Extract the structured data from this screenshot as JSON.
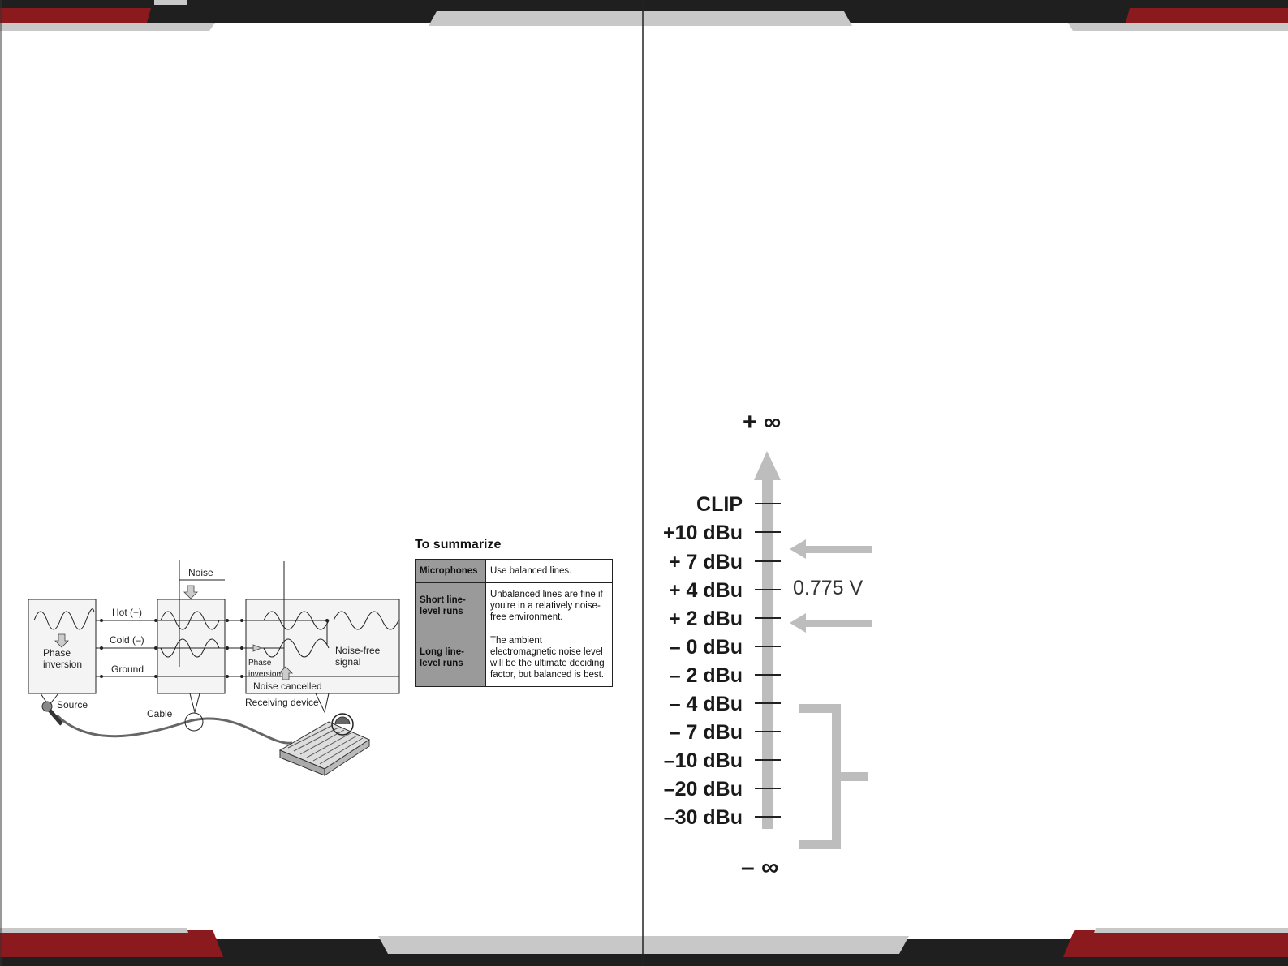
{
  "diagram": {
    "noise_label": "Noise",
    "hot_label": "Hot (+)",
    "cold_label": "Cold (–)",
    "ground_label": "Ground",
    "phase_inversion_label": [
      "Phase",
      "inversion"
    ],
    "noise_free_label": [
      "Noise-free",
      "signal"
    ],
    "phase_inversion_small": [
      "Phase",
      "inversion"
    ],
    "noise_cancelled_label": "Noise cancelled",
    "source_label": "Source",
    "cable_label": "Cable",
    "receiving_label": "Receiving device"
  },
  "summary": {
    "title": "To summarize",
    "rows": [
      {
        "key": "Microphones",
        "value": "Use balanced lines."
      },
      {
        "key": "Short line-level runs",
        "value": "Unbalanced lines are fine if you're in a relatively noise-free environment."
      },
      {
        "key": "Long line-level runs",
        "value": "The ambient electromagnetic noise level will be the ultimate deciding factor, but balanced is best."
      }
    ]
  },
  "level_scale": {
    "top_label": "+ ∞",
    "bottom_label": "– ∞",
    "voltage_label": "0.775 V",
    "levels": [
      "CLIP",
      "+10 dBu",
      "+ 7 dBu",
      "+ 4 dBu",
      "+ 2 dBu",
      "– 0 dBu",
      "– 2 dBu",
      "– 4 dBu",
      "– 7 dBu",
      "–10 dBu",
      "–20 dBu",
      "–30 dBu"
    ]
  },
  "colors": {
    "dark_band": "#1f1f1f",
    "red_band": "#8b1a1f",
    "gray_band": "#c8c8c8",
    "scale_gray": "#bdbdbd"
  }
}
